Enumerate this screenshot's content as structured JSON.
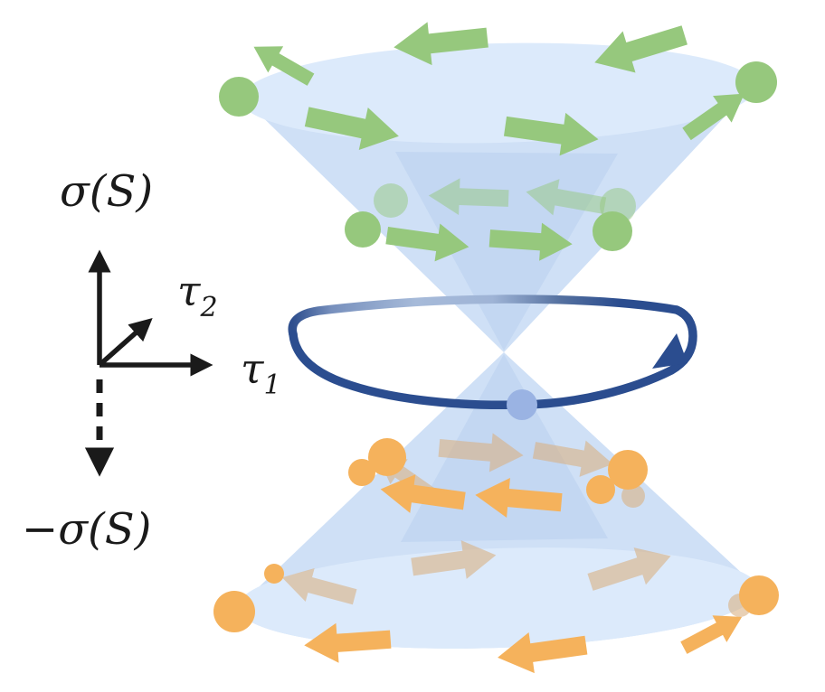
{
  "axis_legend": {
    "up_axis_label": "σ(S)",
    "down_axis_label": "−σ(S)",
    "tau1": {
      "base": "τ",
      "subscript": "1"
    },
    "tau2": {
      "base": "τ",
      "subscript": "2"
    }
  },
  "colors": {
    "green": "#96c87d",
    "orange": "#f5b25c",
    "faded_orange": "#d8b184",
    "cone_blue": "#cfe0f6",
    "cone_cap": "#dceafb",
    "cone_core": "#c3d7f2",
    "loop_navy": "#2b4d8f",
    "loop_light": "#a3b8d8",
    "loop_sphere": "#9ab3e3",
    "axis_black": "#1a1a1a",
    "background": "#ffffff"
  }
}
